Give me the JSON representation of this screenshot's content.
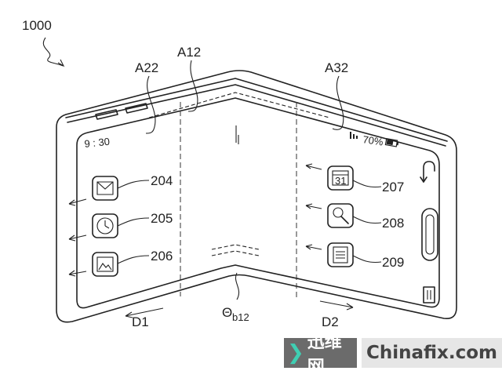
{
  "figure": {
    "device_ref": "1000",
    "areas": {
      "left": "A22",
      "middle": "A12",
      "right": "A32"
    },
    "status_bar": {
      "time": "9 : 30",
      "battery_percent": "70%"
    },
    "left_icons": [
      {
        "ref": "204",
        "icon": "mail-icon"
      },
      {
        "ref": "205",
        "icon": "clock-icon"
      },
      {
        "ref": "206",
        "icon": "gallery-icon"
      }
    ],
    "right_icons": [
      {
        "ref": "207",
        "icon": "calendar-icon",
        "text": "31"
      },
      {
        "ref": "208",
        "icon": "search-icon"
      },
      {
        "ref": "209",
        "icon": "notes-icon"
      }
    ],
    "directions": {
      "left": "D1",
      "right": "D2"
    },
    "angle_label": "Θ",
    "angle_subscript": "b12"
  },
  "watermark": {
    "cn": "迅维网",
    "en": "Chinafix.com"
  }
}
